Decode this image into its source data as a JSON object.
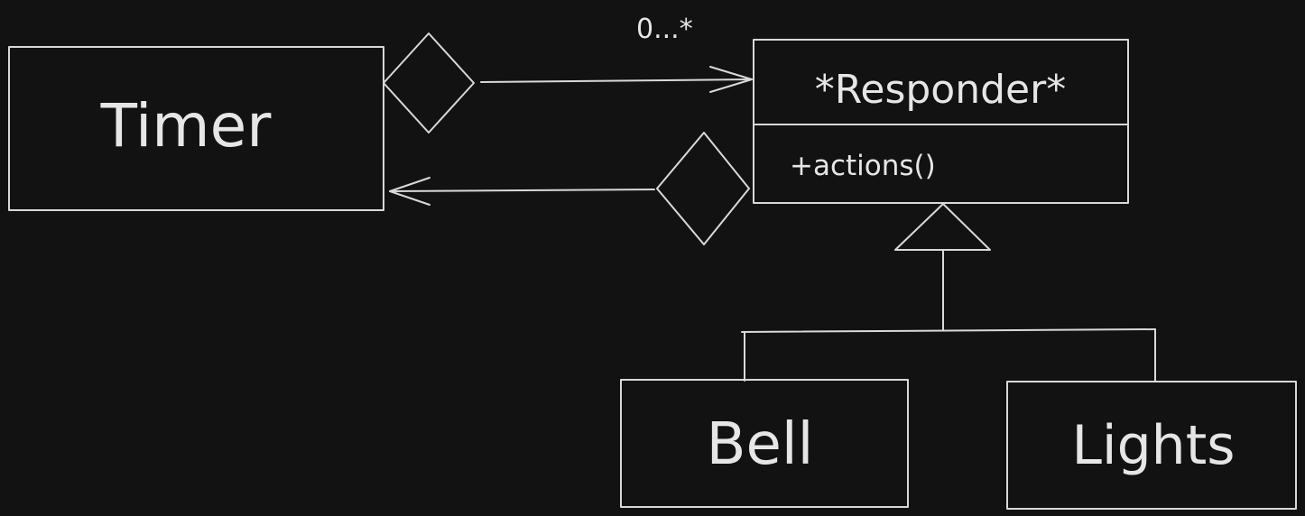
{
  "diagram": {
    "timer": {
      "name": "Timer"
    },
    "responder": {
      "name": "*Responder*",
      "method": "+actions()"
    },
    "bell": {
      "name": "Bell"
    },
    "lights": {
      "name": "Lights"
    },
    "association": {
      "multiplicity": "0...*"
    }
  },
  "colors": {
    "background": "#121212",
    "stroke": "#d9d9d9",
    "text": "#e6e6e6"
  }
}
